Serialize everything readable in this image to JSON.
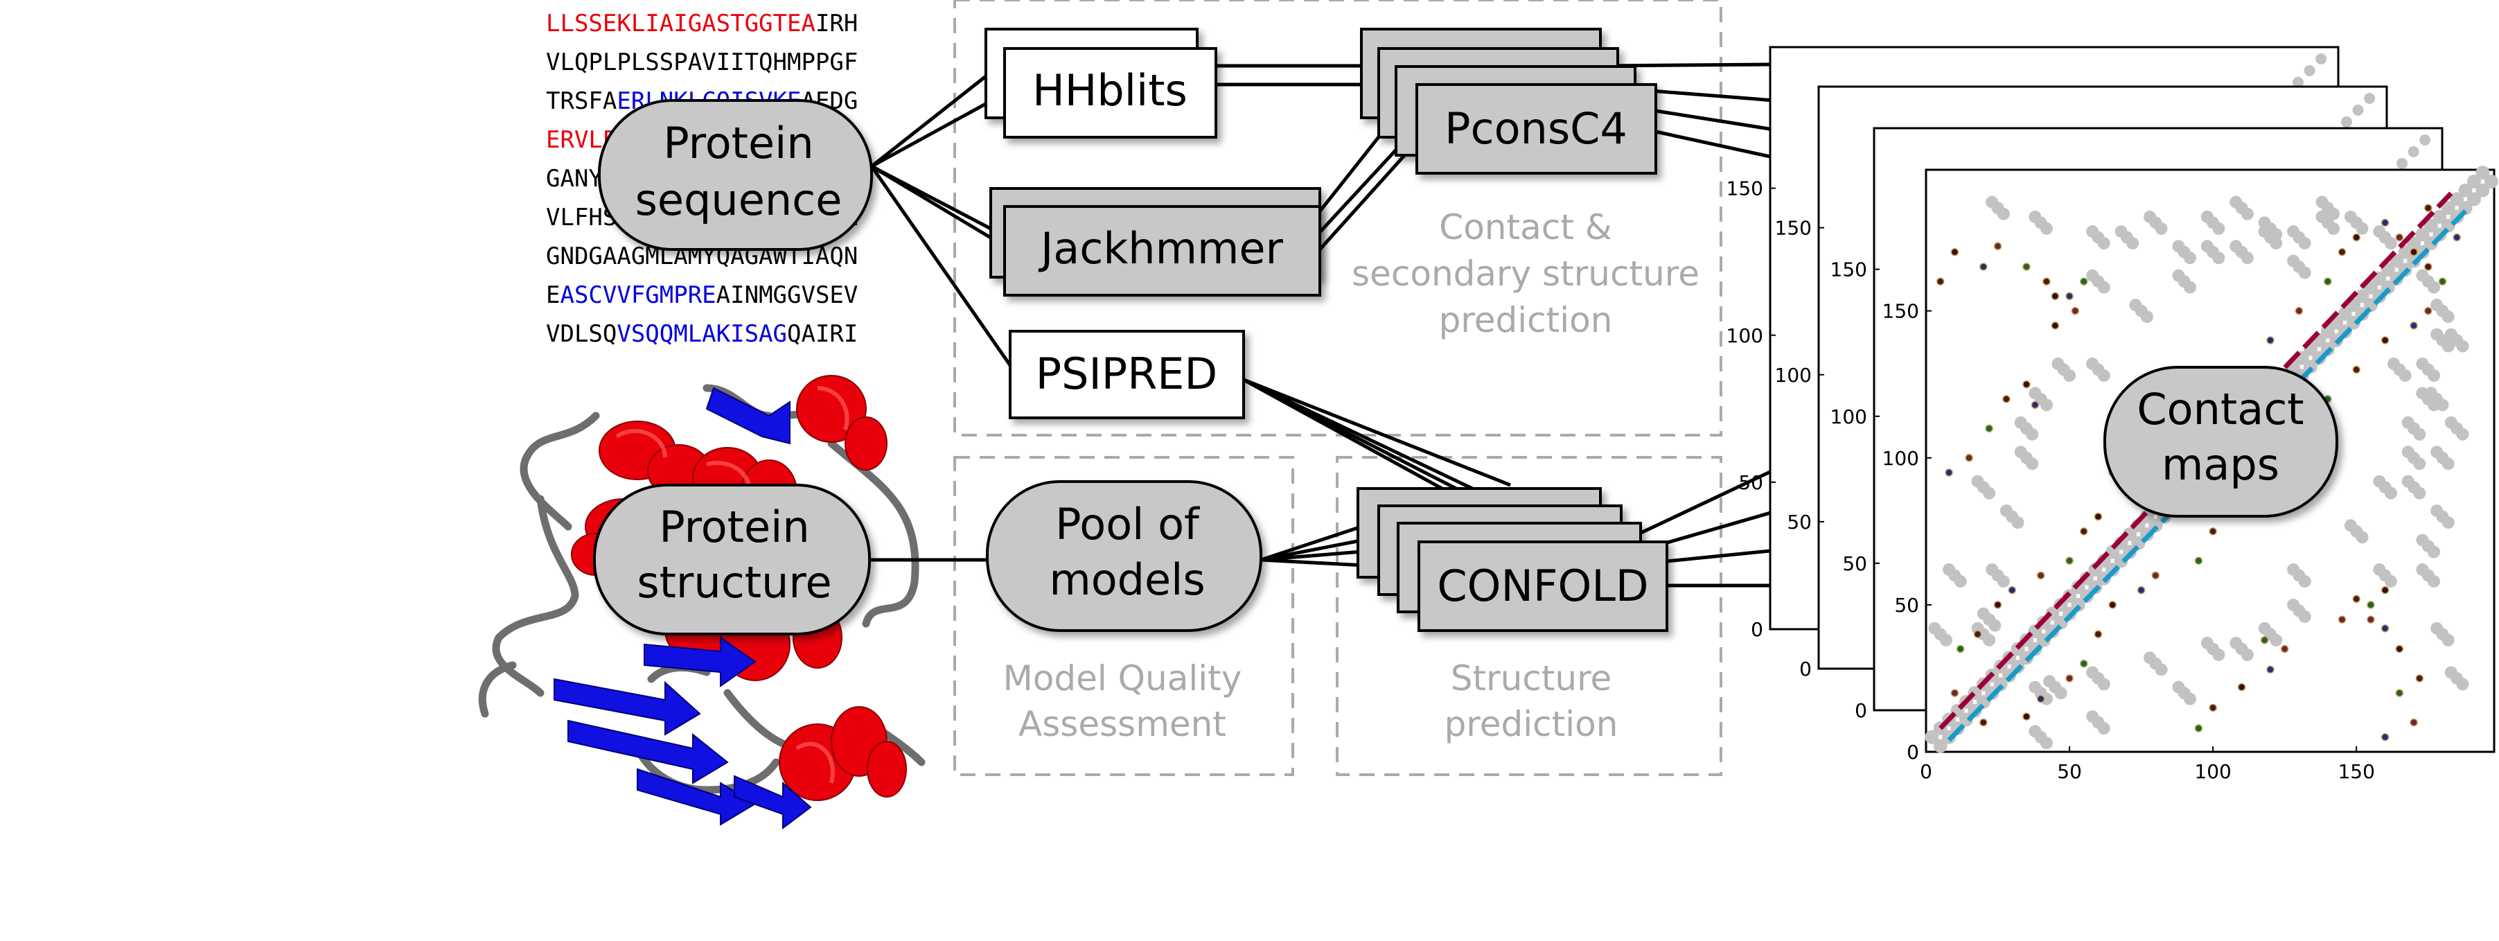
{
  "colors": {
    "helix": "#e8000b",
    "strand": "#0000e0",
    "coil": "#555555",
    "box_gray": "#c8c8c8",
    "dashed_region": "#aaaaaa",
    "region_label": "#aaaaaa",
    "contact_gray": "#c2c2c2",
    "diag_red": "#9b003b",
    "diag_cyan": "#1a9ac9"
  },
  "sequence": {
    "lines": [
      [
        {
          "t": "LLSSEKLIAIGASTGGTEA",
          "c": "red"
        },
        {
          "t": "IRH",
          "c": "black"
        }
      ],
      [
        {
          "t": "VLQPLPLSSPAVIITQHMPPGF",
          "c": "black"
        }
      ],
      [
        {
          "t": "TRSFA",
          "c": "black"
        },
        {
          "t": "ERLNKLCQISVKE",
          "c": "blue"
        },
        {
          "t": "AEDG",
          "c": "black"
        }
      ],
      [
        {
          "t": "ERVLPGHAYIAPGDKHLLARS",
          "c": "red"
        }
      ],
      [
        {
          "t": "GANYQIALNDGPAVSRHRPSVD",
          "c": "black"
        }
      ],
      [
        {
          "t": "VLFHSVAKHAGRNAVGVILTGM",
          "c": "black"
        }
      ],
      [
        {
          "t": "GNDGAAGMLAMYQAGAWTIAQN",
          "c": "black"
        }
      ],
      [
        {
          "t": "E",
          "c": "black"
        },
        {
          "t": "ASCVVFGMPRE",
          "c": "blue"
        },
        {
          "t": "AINMGGVSEV",
          "c": "black"
        }
      ],
      [
        {
          "t": "VDLSQ",
          "c": "black"
        },
        {
          "t": "VSQQMLAKISAG",
          "c": "blue"
        },
        {
          "t": "QAIRI",
          "c": "black"
        }
      ]
    ]
  },
  "nodes": {
    "protein_sequence": [
      "Protein",
      "sequence"
    ],
    "protein_structure": [
      "Protein",
      "structure"
    ],
    "pool_of_models": [
      "Pool of",
      "models"
    ],
    "hhblits": "HHblits",
    "jackhmmer": "Jackhmmer",
    "psipred": "PSIPRED",
    "pconsc4": "PconsC4",
    "confold": "CONFOLD",
    "contact_maps": [
      "Contact",
      "maps"
    ]
  },
  "regions": {
    "contact_prediction": [
      "Contact &",
      "secondary structure",
      "prediction"
    ],
    "model_quality": [
      "Model Quality",
      "Assessment"
    ],
    "structure_prediction": [
      "Structure",
      "prediction"
    ]
  },
  "chart_data": {
    "type": "scatter",
    "title": "",
    "xlabel": "",
    "ylabel": "",
    "xlim": [
      0,
      198
    ],
    "ylim": [
      0,
      198
    ],
    "xticks": [
      0,
      50,
      100,
      150
    ],
    "yticks": [
      0,
      50,
      100,
      150
    ],
    "grid": false,
    "series": [
      {
        "style": "gray-contacts",
        "values": [
          [
            20,
            40
          ],
          [
            22,
            45
          ],
          [
            25,
            60
          ],
          [
            30,
            80
          ],
          [
            35,
            100
          ],
          [
            40,
            120
          ],
          [
            48,
            130
          ],
          [
            60,
            160
          ],
          [
            70,
            175
          ],
          [
            80,
            180
          ],
          [
            90,
            170
          ],
          [
            100,
            180
          ],
          [
            110,
            185
          ],
          [
            120,
            178
          ],
          [
            130,
            175
          ],
          [
            140,
            185
          ],
          [
            150,
            180
          ],
          [
            160,
            175
          ],
          [
            165,
            130
          ],
          [
            170,
            100
          ],
          [
            175,
            60
          ],
          [
            180,
            40
          ],
          [
            185,
            25
          ],
          [
            40,
            5
          ],
          [
            60,
            10
          ],
          [
            90,
            20
          ],
          [
            110,
            35
          ],
          [
            130,
            60
          ],
          [
            150,
            75
          ],
          [
            160,
            90
          ],
          [
            170,
            110
          ],
          [
            175,
            120
          ],
          [
            180,
            140
          ]
        ]
      },
      {
        "style": "predicted-contacts",
        "values": [
          [
            5,
            160
          ],
          [
            10,
            170
          ],
          [
            20,
            165
          ],
          [
            25,
            172
          ],
          [
            35,
            165
          ],
          [
            42,
            160
          ],
          [
            45,
            155
          ],
          [
            8,
            95
          ],
          [
            15,
            100
          ],
          [
            22,
            110
          ],
          [
            28,
            120
          ],
          [
            35,
            125
          ],
          [
            38,
            118
          ],
          [
            10,
            20
          ],
          [
            12,
            35
          ],
          [
            18,
            40
          ],
          [
            25,
            50
          ],
          [
            30,
            55
          ],
          [
            40,
            60
          ],
          [
            50,
            65
          ],
          [
            55,
            75
          ],
          [
            60,
            80
          ],
          [
            65,
            95
          ],
          [
            75,
            100
          ],
          [
            85,
            110
          ],
          [
            95,
            120
          ],
          [
            110,
            130
          ],
          [
            120,
            140
          ],
          [
            130,
            150
          ],
          [
            140,
            160
          ],
          [
            145,
            170
          ],
          [
            150,
            175
          ],
          [
            160,
            180
          ],
          [
            165,
            175
          ],
          [
            170,
            170
          ],
          [
            175,
            185
          ],
          [
            45,
            145
          ],
          [
            50,
            155
          ],
          [
            52,
            150
          ],
          [
            55,
            160
          ]
        ]
      },
      {
        "style": "diagonal",
        "values": [
          [
            0,
            0
          ],
          [
            198,
            198
          ]
        ]
      }
    ]
  }
}
